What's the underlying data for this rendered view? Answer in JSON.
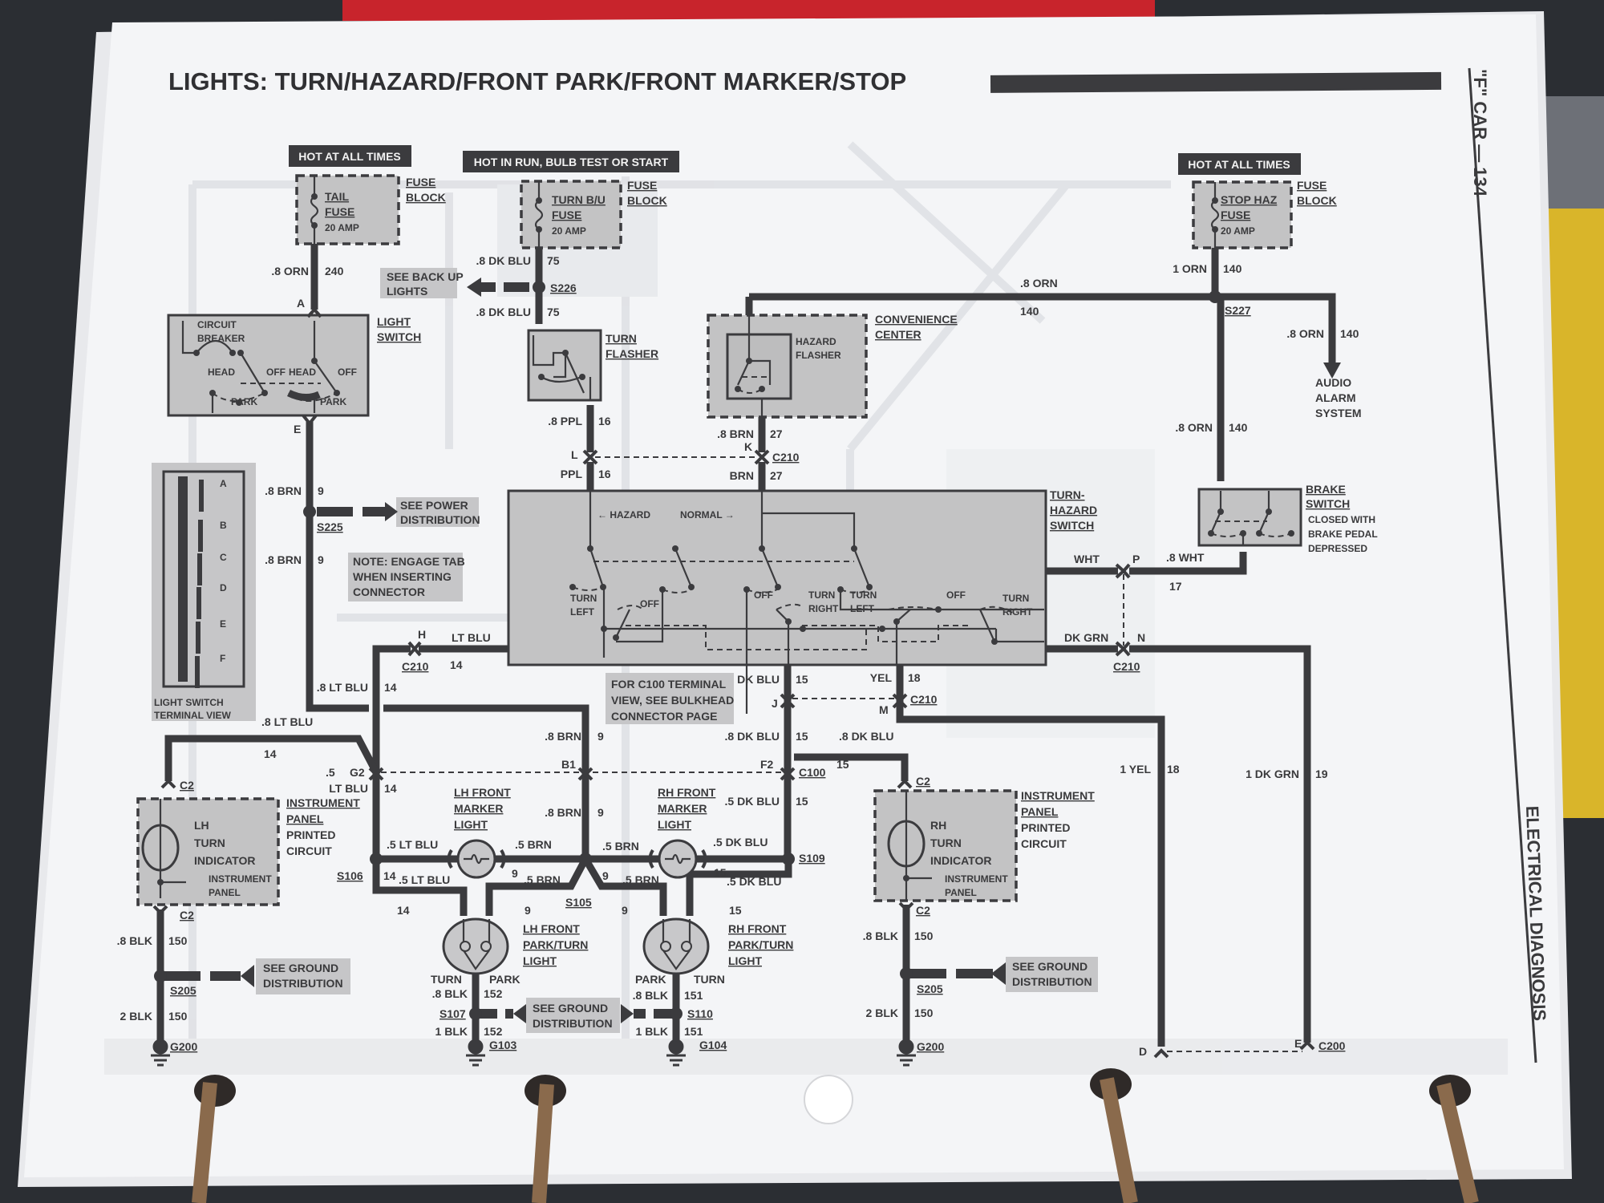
{
  "title": "LIGHTS: TURN/HAZARD/FRONT PARK/FRONT MARKER/STOP",
  "side_tab": "\"F\" CAR — 134",
  "section_tab": "ELECTRICAL DIAGNOSIS",
  "power": [
    "HOT AT ALL TIMES",
    "HOT IN RUN,  BULB TEST OR START",
    "HOT AT ALL TIMES"
  ],
  "fuse_block": [
    "FUSE",
    "BLOCK"
  ],
  "fuse_tail": [
    "TAIL",
    "FUSE",
    "20 AMP"
  ],
  "fuse_turn": [
    "TURN B/U",
    "FUSE",
    "20 AMP"
  ],
  "fuse_stop": [
    "STOP HAZ",
    "FUSE",
    "20 AMP"
  ],
  "light_switch": {
    "label": [
      "LIGHT",
      "SWITCH"
    ],
    "internal": [
      "CIRCUIT",
      "BREAKER",
      "HEAD",
      "OFF",
      "HEAD",
      "OFF",
      "PARK",
      "PARK"
    ]
  },
  "turn_flasher": [
    "TURN",
    "FLASHER"
  ],
  "convenience_center": [
    "CONVENIENCE",
    "CENTER"
  ],
  "hazard_flasher": [
    "HAZARD",
    "FLASHER"
  ],
  "audio_alarm": [
    "AUDIO",
    "ALARM",
    "SYSTEM"
  ],
  "turn_hazard_switch": {
    "label": [
      "TURN-",
      "HAZARD",
      "SWITCH"
    ],
    "internal": [
      "← HAZARD",
      "NORMAL →",
      "TURN",
      "LEFT",
      "OFF",
      "OFF",
      "TURN",
      "RIGHT",
      "TURN",
      "LEFT",
      "OFF",
      "TURN",
      "RIGHT"
    ]
  },
  "brake_switch": {
    "label": [
      "BRAKE",
      "SWITCH"
    ],
    "note": [
      "CLOSED WITH",
      "BRAKE PEDAL",
      "DEPRESSED"
    ]
  },
  "terminal_view": {
    "pins": [
      "A",
      "B",
      "C",
      "D",
      "E",
      "F"
    ],
    "label": [
      "LIGHT SWITCH",
      "TERMINAL VIEW"
    ]
  },
  "lh_indicator": {
    "name": [
      "LH",
      "TURN",
      "INDICATOR"
    ],
    "sub": [
      "INSTRUMENT",
      "PANEL"
    ],
    "label": [
      "INSTRUMENT",
      "PANEL",
      "PRINTED",
      "CIRCUIT"
    ]
  },
  "rh_indicator": {
    "name": [
      "RH",
      "TURN",
      "INDICATOR"
    ],
    "sub": [
      "INSTRUMENT",
      "PANEL"
    ],
    "label": [
      "INSTRUMENT",
      "PANEL",
      "PRINTED",
      "CIRCUIT"
    ]
  },
  "lh_marker": [
    "LH FRONT",
    "MARKER",
    "LIGHT"
  ],
  "rh_marker": [
    "RH FRONT",
    "MARKER",
    "LIGHT"
  ],
  "lh_parkturn": {
    "label": [
      "LH FRONT",
      "PARK/TURN",
      "LIGHT"
    ],
    "terms": [
      "TURN",
      "PARK"
    ]
  },
  "rh_parkturn": {
    "label": [
      "RH FRONT",
      "PARK/TURN",
      "LIGHT"
    ],
    "terms": [
      "PARK",
      "TURN"
    ]
  },
  "notes": {
    "backup": [
      "SEE BACK UP",
      "LIGHTS"
    ],
    "power_dist": [
      "SEE POWER",
      "DISTRIBUTION"
    ],
    "engage": [
      "NOTE: ENGAGE TAB",
      "WHEN INSERTING",
      "CONNECTOR"
    ],
    "c100": [
      "FOR C100 TERMINAL",
      "VIEW, SEE BULKHEAD",
      "CONNECTOR PAGE"
    ],
    "ground": [
      "SEE GROUND",
      "DISTRIBUTION"
    ]
  },
  "splices": {
    "s226": "S226",
    "s227": "S227",
    "s225": "S225",
    "s106": "S106",
    "s105": "S105",
    "s109": "S109",
    "s205": "S205",
    "s107": "S107",
    "s110": "S110"
  },
  "grounds": {
    "g200": "G200",
    "g103": "G103",
    "g104": "G104"
  },
  "connectors": {
    "c210": "C210",
    "c100": "C100",
    "c2": "C2",
    "c200": "C200",
    "pins": {
      "A": "A",
      "E": "E",
      "L": "L",
      "K": "K",
      "P": "P",
      "N": "N",
      "H": "H",
      "J": "J",
      "M": "M",
      "G2": "G2",
      "B1": "B1",
      "F2": "F2",
      "D": "D",
      "E2": "E"
    }
  },
  "wire_labels": [
    ".8 ORN",
    "240",
    ".8 DK BLU",
    "75",
    ".8 DK BLU",
    "75",
    ".8 PPL",
    "16",
    "PPL",
    "16",
    ".8 BRN",
    "27",
    "BRN",
    "27",
    "1 ORN",
    "140",
    ".8 ORN",
    "140",
    ".8 ORN",
    "140",
    ".8 ORN",
    "140",
    "WHT",
    ".8 WHT",
    "17",
    "DK GRN",
    ".8 BRN",
    "9",
    ".8 BRN",
    "9",
    "LT BLU",
    "14",
    ".8 LT BLU",
    "14",
    ".8 LT BLU",
    "14",
    ".5",
    "LT BLU",
    "14",
    ".8 BRN",
    "9",
    ".8 BRN",
    "9",
    "DK BLU",
    "15",
    ".8 DK BLU",
    "15",
    ".8 DK BLU",
    "15",
    ".5 DK BLU",
    "15",
    "YEL",
    "18",
    "1 YEL",
    "18",
    "1 DK GRN",
    "19",
    ".8 BLK",
    "150",
    "2 BLK",
    "150",
    ".8 BLK",
    "150",
    "2 BLK",
    "150",
    ".5 LT BLU",
    "14",
    ".5 LT BLU",
    "14",
    ".5 BRN",
    "9",
    ".5 BRN",
    "9",
    ".5 BRN",
    "9",
    ".5 BRN",
    "9",
    ".5 DK BLU",
    "15",
    ".5 DK BLU",
    "15",
    ".8 BLK",
    "152",
    "1 BLK",
    "152",
    ".8 BLK",
    "151",
    "1 BLK",
    "151"
  ],
  "colors": {
    "paper": "#f4f5f7",
    "ink": "#3b3b3e",
    "component_fill": "#c3c3c4",
    "background": "#2b2e33"
  }
}
